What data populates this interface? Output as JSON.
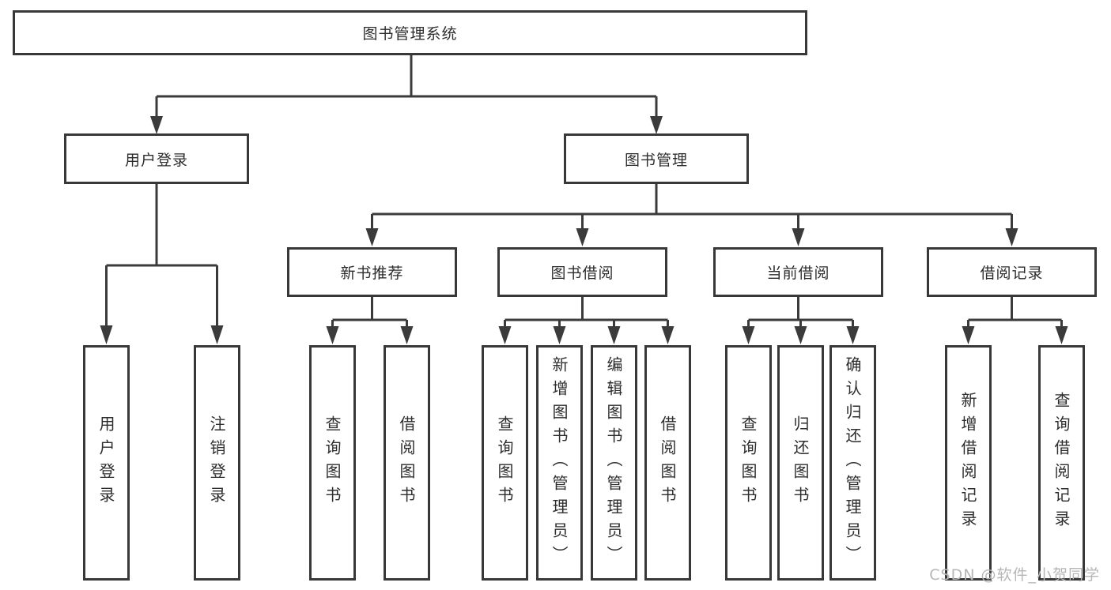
{
  "diagram": {
    "root": {
      "label": "图书管理系统"
    },
    "level2": [
      {
        "label": "用户登录"
      },
      {
        "label": "图书管理"
      }
    ],
    "level3": [
      {
        "label": "新书推荐"
      },
      {
        "label": "图书借阅"
      },
      {
        "label": "当前借阅"
      },
      {
        "label": "借阅记录"
      }
    ],
    "leaves": {
      "login": [
        {
          "label": "用户登录"
        },
        {
          "label": "注销登录"
        }
      ],
      "recommend": [
        {
          "label": "查询图书"
        },
        {
          "label": "借阅图书"
        }
      ],
      "borrow": [
        {
          "label": "查询图书"
        },
        {
          "label": "新增图书（管理员）"
        },
        {
          "label": "编辑图书（管理员）"
        },
        {
          "label": "借阅图书"
        }
      ],
      "current": [
        {
          "label": "查询图书"
        },
        {
          "label": "归还图书"
        },
        {
          "label": "确认归还（管理员）"
        }
      ],
      "records": [
        {
          "label": "新增借阅记录"
        },
        {
          "label": "查询借阅记录"
        }
      ]
    }
  },
  "watermark": {
    "text": "CSDN @软件_小贺同学"
  },
  "colors": {
    "line": "#3b3b3b",
    "border": "#383838",
    "text": "#2d2d2d",
    "watermark": "#b6b6b6",
    "background": "#ffffff",
    "box_fill": "#ffffff"
  }
}
